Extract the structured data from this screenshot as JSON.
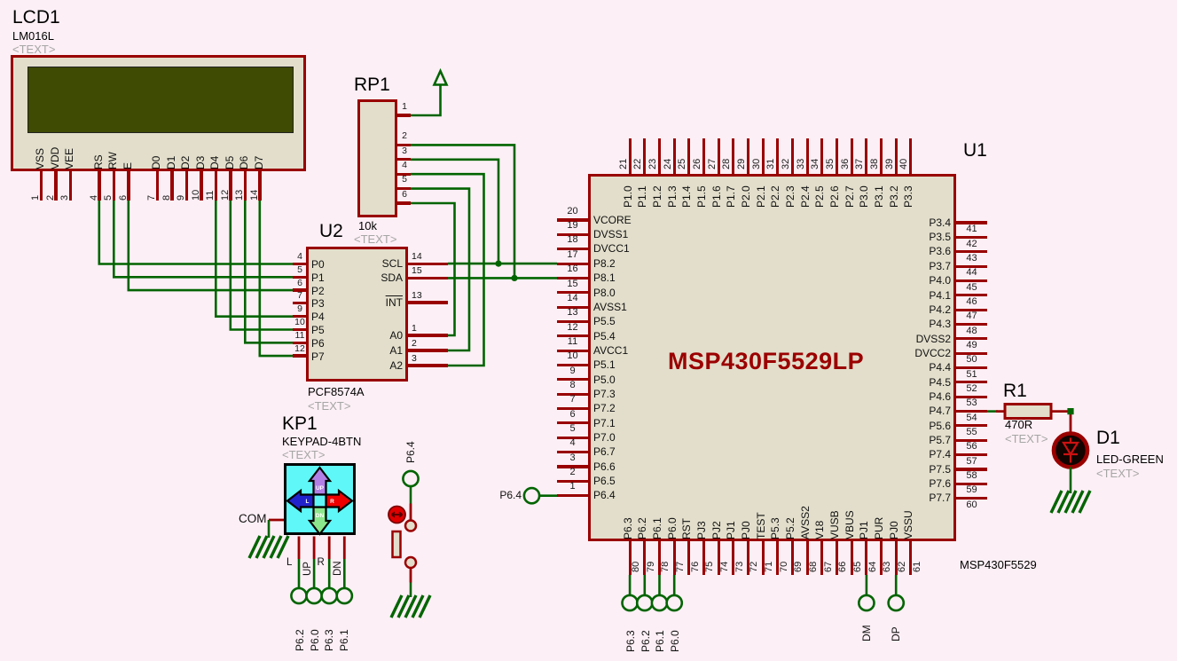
{
  "palette": {
    "background": "#FCEFF5",
    "component_fill": "#E2DECB",
    "component_outline": "#990000",
    "wire_green": "#006400",
    "text_gray": "#A6A6A6",
    "chip_label_red": "#9B0000",
    "lcd_screen": "#3F4A02",
    "keypad_bg": "#5FF7F7",
    "btn_up": "#B27FE6",
    "btn_left": "#2222CC",
    "btn_right": "#EE0000",
    "btn_down": "#8CE68C"
  },
  "lcd": {
    "ref": "LCD1",
    "part": "LM016L",
    "text_placeholder": "<TEXT>",
    "pins": [
      {
        "num": "1",
        "label": "VSS"
      },
      {
        "num": "2",
        "label": "VDD"
      },
      {
        "num": "3",
        "label": "VEE"
      },
      {
        "num": "4",
        "label": "RS",
        "gap": true
      },
      {
        "num": "5",
        "label": "RW"
      },
      {
        "num": "6",
        "label": "E"
      },
      {
        "num": "7",
        "label": "D0",
        "gap": true
      },
      {
        "num": "8",
        "label": "D1"
      },
      {
        "num": "9",
        "label": "D2"
      },
      {
        "num": "10",
        "label": "D3"
      },
      {
        "num": "11",
        "label": "D4"
      },
      {
        "num": "12",
        "label": "D5"
      },
      {
        "num": "13",
        "label": "D6"
      },
      {
        "num": "14",
        "label": "D7"
      }
    ]
  },
  "rp1": {
    "ref": "RP1",
    "value": "10k",
    "text_placeholder": "<TEXT>",
    "pins": [
      {
        "num": "1"
      },
      {
        "num": "2",
        "gap": true
      },
      {
        "num": "3"
      },
      {
        "num": "4"
      },
      {
        "num": "5"
      },
      {
        "num": "6"
      }
    ]
  },
  "u2": {
    "ref": "U2",
    "part": "PCF8574A",
    "text_placeholder": "<TEXT>",
    "left_pins": [
      {
        "num": "4",
        "label": "P0"
      },
      {
        "num": "5",
        "label": "P1"
      },
      {
        "num": "6",
        "label": "P2"
      },
      {
        "num": "7",
        "label": "P3"
      },
      {
        "num": "9",
        "label": "P4"
      },
      {
        "num": "10",
        "label": "P5"
      },
      {
        "num": "11",
        "label": "P6"
      },
      {
        "num": "12",
        "label": "P7"
      }
    ],
    "right_pins": [
      {
        "num": "14",
        "label": "SCL"
      },
      {
        "num": "15",
        "label": "SDA"
      },
      {
        "num": "13",
        "label": "INT"
      },
      {
        "num": "1",
        "label": "A0"
      },
      {
        "num": "2",
        "label": "A1"
      },
      {
        "num": "3",
        "label": "A2"
      }
    ]
  },
  "u1": {
    "ref": "U1",
    "big_label": "MSP430F5529LP",
    "footer": "MSP430F5529",
    "left_pins": [
      {
        "num": "20",
        "label": "VCORE"
      },
      {
        "num": "19",
        "label": "DVSS1"
      },
      {
        "num": "18",
        "label": "DVCC1"
      },
      {
        "num": "17",
        "label": "P8.2"
      },
      {
        "num": "16",
        "label": "P8.1"
      },
      {
        "num": "15",
        "label": "P8.0"
      },
      {
        "num": "14",
        "label": "AVSS1"
      },
      {
        "num": "13",
        "label": "P5.5"
      },
      {
        "num": "12",
        "label": "P5.4"
      },
      {
        "num": "11",
        "label": "AVCC1"
      },
      {
        "num": "10",
        "label": "P5.1"
      },
      {
        "num": "9",
        "label": "P5.0"
      },
      {
        "num": "8",
        "label": "P7.3"
      },
      {
        "num": "7",
        "label": "P7.2"
      },
      {
        "num": "6",
        "label": "P7.1"
      },
      {
        "num": "5",
        "label": "P7.0"
      },
      {
        "num": "4",
        "label": "P6.7"
      },
      {
        "num": "3",
        "label": "P6.6"
      },
      {
        "num": "2",
        "label": "P6.5"
      },
      {
        "num": "1",
        "label": "P6.4"
      }
    ],
    "right_pins": [
      {
        "num": "41",
        "label": "P3.4"
      },
      {
        "num": "42",
        "label": "P3.5"
      },
      {
        "num": "43",
        "label": "P3.6"
      },
      {
        "num": "44",
        "label": "P3.7"
      },
      {
        "num": "45",
        "label": "P4.0"
      },
      {
        "num": "46",
        "label": "P4.1"
      },
      {
        "num": "47",
        "label": "P4.2"
      },
      {
        "num": "48",
        "label": "P4.3"
      },
      {
        "num": "49",
        "label": "DVSS2"
      },
      {
        "num": "50",
        "label": "DVCC2"
      },
      {
        "num": "51",
        "label": "P4.4"
      },
      {
        "num": "52",
        "label": "P4.5"
      },
      {
        "num": "53",
        "label": "P4.6"
      },
      {
        "num": "54",
        "label": "P4.7"
      },
      {
        "num": "55",
        "label": "P5.6"
      },
      {
        "num": "56",
        "label": "P5.7"
      },
      {
        "num": "57",
        "label": "P7.4"
      },
      {
        "num": "58",
        "label": "P7.5"
      },
      {
        "num": "59",
        "label": "P7.6"
      },
      {
        "num": "60",
        "label": "P7.7"
      }
    ],
    "top_pins": [
      {
        "num": "21",
        "label": "P1.0"
      },
      {
        "num": "22",
        "label": "P1.1"
      },
      {
        "num": "23",
        "label": "P1.2"
      },
      {
        "num": "24",
        "label": "P1.3"
      },
      {
        "num": "25",
        "label": "P1.4"
      },
      {
        "num": "26",
        "label": "P1.5"
      },
      {
        "num": "27",
        "label": "P1.6"
      },
      {
        "num": "28",
        "label": "P1.7"
      },
      {
        "num": "29",
        "label": "P2.0"
      },
      {
        "num": "30",
        "label": "P2.1"
      },
      {
        "num": "31",
        "label": "P2.2"
      },
      {
        "num": "32",
        "label": "P2.3"
      },
      {
        "num": "33",
        "label": "P2.4"
      },
      {
        "num": "34",
        "label": "P2.5"
      },
      {
        "num": "35",
        "label": "P2.6"
      },
      {
        "num": "36",
        "label": "P2.7"
      },
      {
        "num": "37",
        "label": "P3.0"
      },
      {
        "num": "38",
        "label": "P3.1"
      },
      {
        "num": "39",
        "label": "P3.2"
      },
      {
        "num": "40",
        "label": "P3.3"
      }
    ],
    "bottom_pins": [
      {
        "num": "80",
        "label": "P6.3"
      },
      {
        "num": "79",
        "label": "P6.2"
      },
      {
        "num": "78",
        "label": "P6.1"
      },
      {
        "num": "77",
        "label": "P6.0"
      },
      {
        "num": "76",
        "label": "RST"
      },
      {
        "num": "75",
        "label": "PJ3"
      },
      {
        "num": "74",
        "label": "PJ2"
      },
      {
        "num": "73",
        "label": "PJ1"
      },
      {
        "num": "72",
        "label": "PJ0"
      },
      {
        "num": "71",
        "label": "TEST"
      },
      {
        "num": "70",
        "label": "P5.3"
      },
      {
        "num": "69",
        "label": "P5.2"
      },
      {
        "num": "68",
        "label": "AVSS2"
      },
      {
        "num": "67",
        "label": "V18"
      },
      {
        "num": "66",
        "label": "VUSB"
      },
      {
        "num": "65",
        "label": "VBUS"
      },
      {
        "num": "64",
        "label": "PJ1"
      },
      {
        "num": "63",
        "label": "PUR"
      },
      {
        "num": "62",
        "label": "PJ0"
      },
      {
        "num": "61",
        "label": "VSSU"
      }
    ]
  },
  "terminals": {
    "p64_left": "P6.4",
    "bottom_left": [
      "P6.3",
      "P6.2",
      "P6.1",
      "P6.0"
    ],
    "usb": [
      "DM",
      "DP"
    ],
    "button_top": "P6.4"
  },
  "kp1": {
    "ref": "KP1",
    "part": "KEYPAD-4BTN",
    "text_placeholder": "<TEXT>",
    "com": "COM",
    "arrow_labels": {
      "up": "UP",
      "left": "L",
      "right": "R",
      "down": "DN"
    },
    "pin_names": [
      "L",
      "UP",
      "R",
      "DN"
    ],
    "terminals": [
      "P6.2",
      "P6.0",
      "P6.3",
      "P6.1"
    ]
  },
  "r1": {
    "ref": "R1",
    "value": "470R",
    "text_placeholder": "<TEXT>"
  },
  "d1": {
    "ref": "D1",
    "part": "LED-GREEN",
    "text_placeholder": "<TEXT>"
  }
}
